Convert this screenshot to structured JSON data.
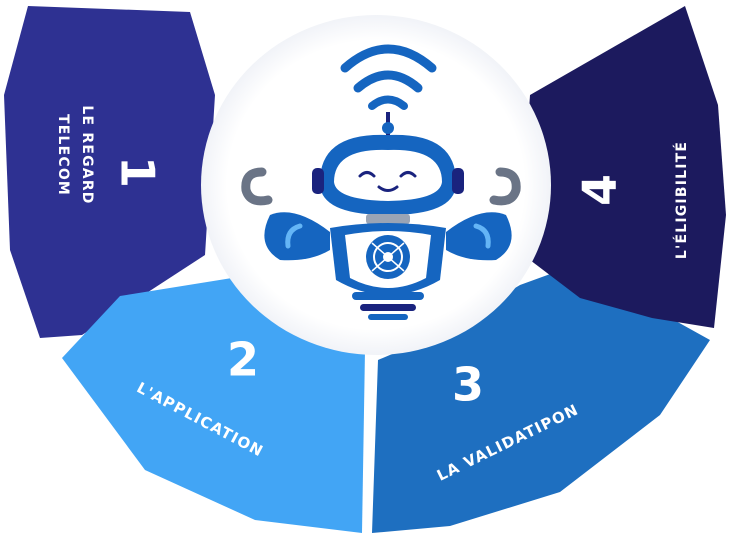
{
  "segments": [
    {
      "number": "1",
      "label_line1": "LE REGARD",
      "label_line2": "TELECOM",
      "color": "#2e3192"
    },
    {
      "number": "2",
      "label": "L'APPLICATION",
      "color": "#42a5f5"
    },
    {
      "number": "3",
      "label": "LA VALIDATIPON",
      "color": "#1e6fc0"
    },
    {
      "number": "4",
      "label": "L'ÉLIGIBILITÉ",
      "color": "#1c1a5e"
    }
  ],
  "center": {
    "icon": "robot-mascot-icon",
    "colors": {
      "primary": "#1565c0",
      "accent": "#64b5f6",
      "dark": "#1a237e"
    }
  }
}
